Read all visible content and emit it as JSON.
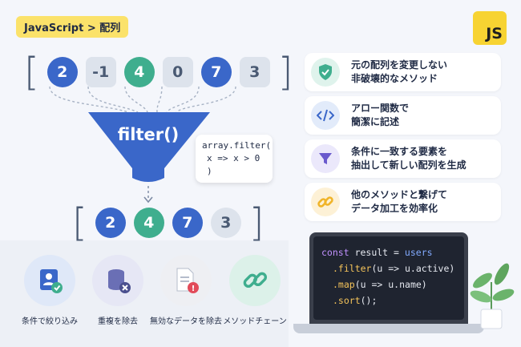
{
  "header": {
    "tag": "JavaScript > 配列",
    "logo_text": "JS"
  },
  "input_array": [
    "2",
    "-1",
    "4",
    "0",
    "7",
    "3"
  ],
  "output_array": [
    "2",
    "4",
    "7",
    "3"
  ],
  "funnel_label": "filter()",
  "code_tip": {
    "line1": "array.filter(",
    "line2": "x => x > 0",
    "line3": ")"
  },
  "features": [
    {
      "icon": "shield-check-icon",
      "line1": "元の配列を変更しない",
      "line2": "非破壊的なメソッド",
      "color": "#3fae8e"
    },
    {
      "icon": "code-icon",
      "line1": "アロー関数で",
      "line2": "簡潔に記述",
      "color": "#3a67c9"
    },
    {
      "icon": "filter-icon",
      "line1": "条件に一致する要素を",
      "line2": "抽出して新しい配列を生成",
      "color": "#6a5acd"
    },
    {
      "icon": "link-icon",
      "line1": "他のメソッドと繋げて",
      "line2": "データ加工を効率化",
      "color": "#f0b429"
    }
  ],
  "code_block": {
    "line1_kw": "const",
    "line1_var": "result",
    "line1_eq": "=",
    "line1_src": "users",
    "line2_fn": ".filter",
    "line2_arg": "(u => u.active)",
    "line3_fn": ".map",
    "line3_arg": "(u => u.name)",
    "line4_fn": ".sort",
    "line4_arg": "();"
  },
  "bottom_items": [
    {
      "icon": "user-check-icon",
      "label": "条件で絞り込み"
    },
    {
      "icon": "database-remove-icon",
      "label": "重複を除去"
    },
    {
      "icon": "document-alert-icon",
      "label": "無効なデータを除去"
    },
    {
      "icon": "chain-link-icon",
      "label": "メソッドチェーン"
    }
  ]
}
